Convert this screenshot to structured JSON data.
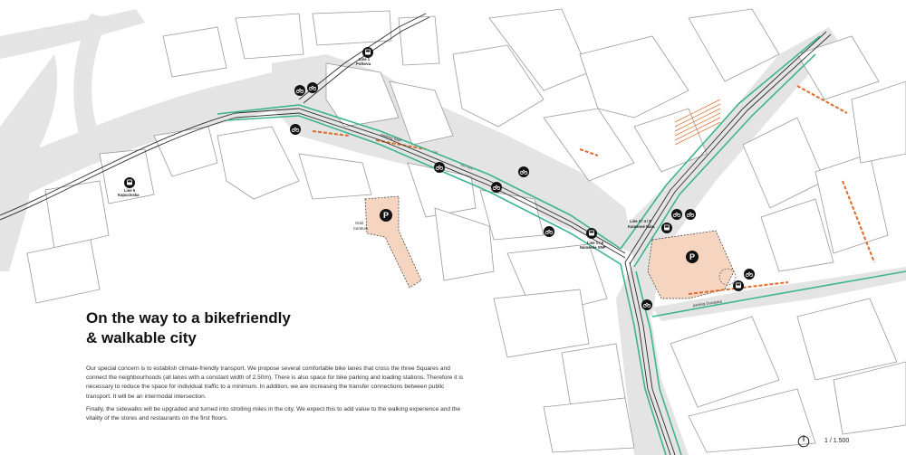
{
  "heading": {
    "line1": "On the way to a bikefriendly",
    "line2": "& walkable city"
  },
  "body": {
    "p1": "Our special concern is to establish climate-friendly transport. We propose several comfortable bike lanes that cross the three Squares and connect the neighbourhoods (all lanes with a constant width of 2.50m). There is also space for bike parking and loading stations. Therefore it is necessary to reduce the space for individual traffic to a minimum. In addition, we are increasing the transfer connections between public transport. It will be an intermodal intersection.",
    "p2": "Finally, the sidewalks will be upgraded and turned into strolling miles in the city. We expect this to add value to the walking experience and the vitality of the stores and restaurants on the first floors."
  },
  "scale": {
    "ratio": "1 / 1.500",
    "north_icon": "north-arrow-icon"
  },
  "stops": {
    "polkova_line": "Line 1",
    "polkova_name": "Polkova",
    "kapucinska_line": "Line 5",
    "kapucinska_name": "Kapucínska",
    "snp_line": "Line 1 / 9",
    "snp_name": "Námestie SNP",
    "kamenne_line": "Line 3 / 4 / 8",
    "kamenne_name": "Kamenné Nám.",
    "bus_icon": "bus-stop-icon"
  },
  "places": {
    "centrum_line1": "Gold",
    "centrum_line2": "Centrum"
  },
  "labels": {
    "parking_snp": "parking SNP",
    "parking_dunajska": "parking Dunajská",
    "bike_lane": "bike lane",
    "car_lane": "car",
    "park_icon": "parking-icon",
    "bike_icon": "bike-parking-icon"
  },
  "colors": {
    "bike_lane": "#3bb58f",
    "parking_area": "#f6d5c0",
    "parking_marking": "#e06a2a",
    "building_outline": "#9a9a9a",
    "road_area": "#e4e4e4",
    "tram_track": "#2d2d2d"
  }
}
